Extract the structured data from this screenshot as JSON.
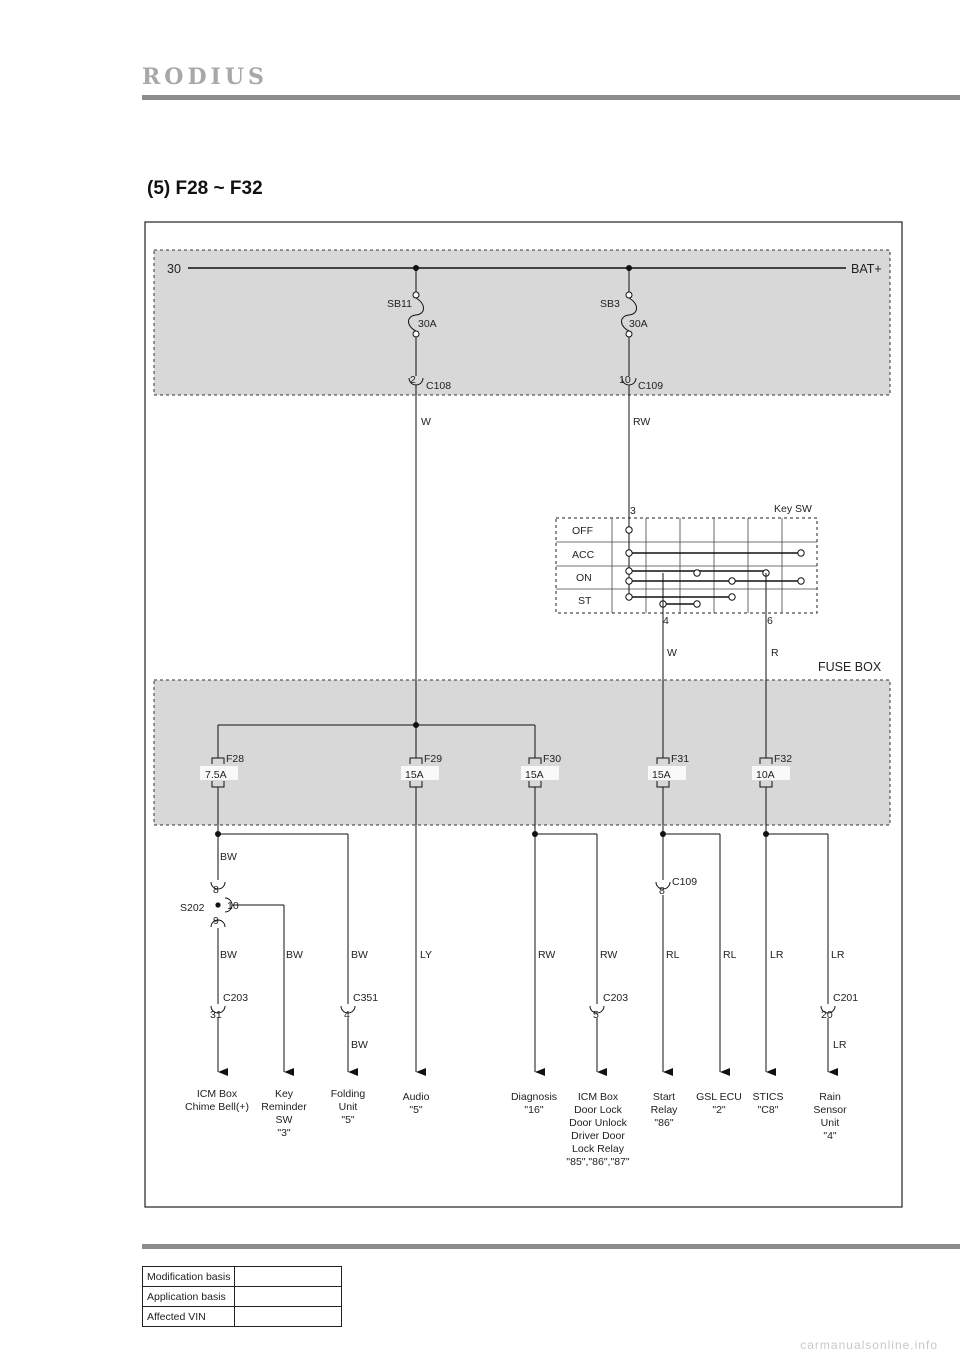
{
  "header": {
    "brand": "RODIUS"
  },
  "section_title": "(5) F28 ~ F32",
  "diagram": {
    "power": {
      "left_label": "30",
      "right_label": "BAT+"
    },
    "fuses_top": [
      {
        "name": "SB11",
        "rating": "30A",
        "pin": "2",
        "connector": "C108",
        "wire": "W"
      },
      {
        "name": "SB3",
        "rating": "30A",
        "pin": "10",
        "connector": "C109",
        "wire": "RW"
      }
    ],
    "key_switch": {
      "label": "Key SW",
      "positions": [
        "OFF",
        "ACC",
        "ON",
        "ST"
      ],
      "pins": {
        "in": "3",
        "out_a": "4",
        "out_b": "6"
      },
      "wires": {
        "out_a": "W",
        "out_b": "R"
      }
    },
    "fuse_box": {
      "label": "FUSE BOX"
    },
    "fuses": [
      {
        "name": "F28",
        "rating": "7.5A"
      },
      {
        "name": "F29",
        "rating": "15A"
      },
      {
        "name": "F30",
        "rating": "15A"
      },
      {
        "name": "F31",
        "rating": "15A"
      },
      {
        "name": "F32",
        "rating": "10A"
      }
    ],
    "splice": {
      "name": "S202",
      "pins": [
        "8",
        "9",
        "10"
      ]
    },
    "wires": {
      "bw": "BW",
      "ly": "LY",
      "rw": "RW",
      "rl": "RL",
      "lr": "LR"
    },
    "connectors": [
      {
        "name": "C203",
        "pin": "31"
      },
      {
        "name": "C351",
        "pin": "4"
      },
      {
        "name": "C203",
        "pin": "5"
      },
      {
        "name": "C109",
        "pin": "8"
      },
      {
        "name": "C201",
        "pin": "20"
      }
    ],
    "loads": [
      {
        "lines": [
          "ICM Box",
          "Chime Bell(+)"
        ]
      },
      {
        "lines": [
          "Key",
          "Reminder",
          "SW",
          "\"3\""
        ]
      },
      {
        "lines": [
          "Folding",
          "Unit",
          "\"5\""
        ]
      },
      {
        "lines": [
          "Audio",
          "\"5\""
        ]
      },
      {
        "lines": [
          "Diagnosis",
          "\"16\""
        ]
      },
      {
        "lines": [
          "ICM Box",
          "Door Lock",
          "Door Unlock",
          "Driver Door",
          "Lock Relay",
          "\"85\",\"86\",\"87\""
        ]
      },
      {
        "lines": [
          "Start",
          "Relay",
          "\"86\""
        ]
      },
      {
        "lines": [
          "GSL ECU",
          "\"2\""
        ]
      },
      {
        "lines": [
          "STICS",
          "\"C8\""
        ]
      },
      {
        "lines": [
          "Rain",
          "Sensor",
          "Unit",
          "\"4\""
        ]
      }
    ]
  },
  "modification_table": [
    {
      "label": "Modification basis",
      "value": ""
    },
    {
      "label": "Application basis",
      "value": ""
    },
    {
      "label": "Affected VIN",
      "value": ""
    }
  ],
  "watermark": "carmanualsonline.info"
}
